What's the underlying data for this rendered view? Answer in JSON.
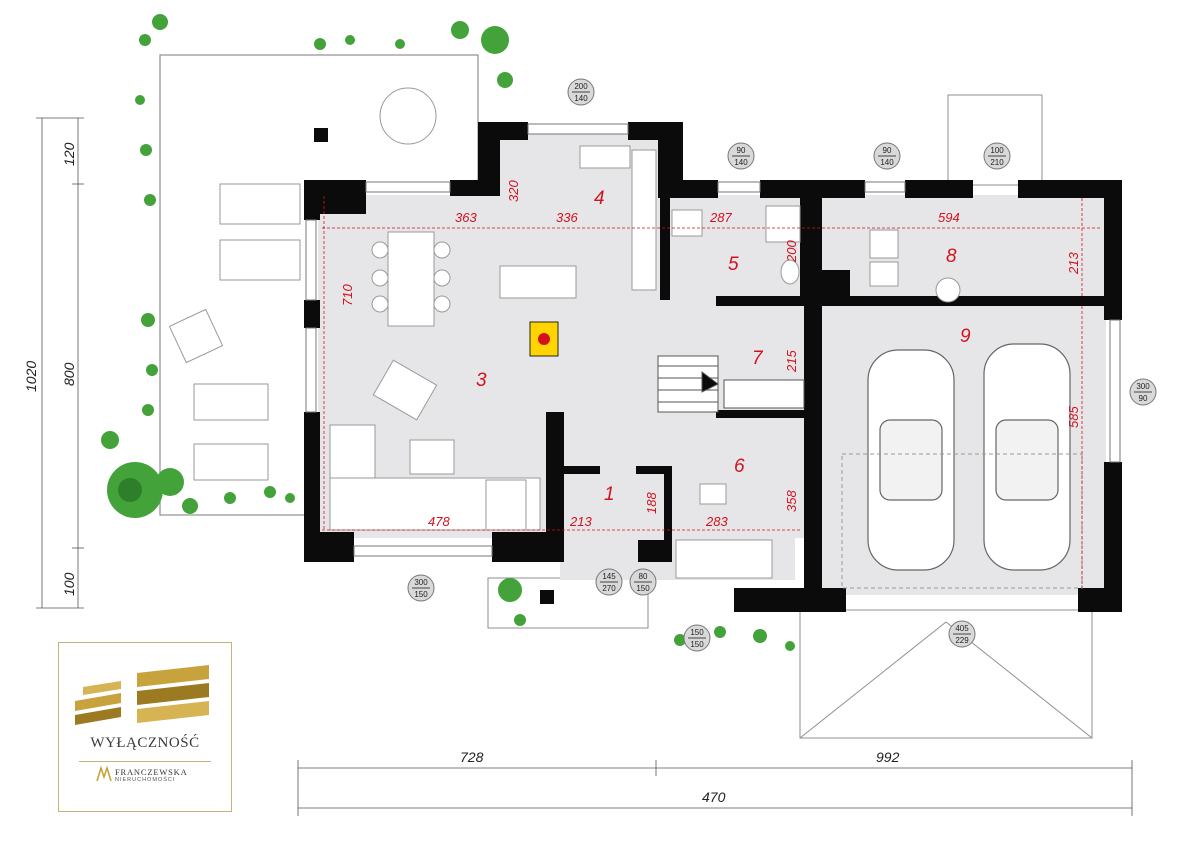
{
  "rooms": [
    {
      "num": "1"
    },
    {
      "num": "3"
    },
    {
      "num": "4"
    },
    {
      "num": "5"
    },
    {
      "num": "6"
    },
    {
      "num": "7"
    },
    {
      "num": "8"
    },
    {
      "num": "9"
    }
  ],
  "internal_dims": {
    "d363": "363",
    "d336": "336",
    "d320": "320",
    "d287": "287",
    "d200": "200",
    "d594": "594",
    "d213a": "213",
    "d710": "710",
    "d215": "215",
    "d585": "585",
    "d358": "358",
    "d478": "478",
    "d213b": "213",
    "d188": "188",
    "d283": "283"
  },
  "external_dims": {
    "left_total": "1020",
    "left_120": "120",
    "left_800": "800",
    "left_100": "100",
    "bottom_728": "728",
    "bottom_992": "992",
    "bottom_470": "470"
  },
  "openings": [
    {
      "top": "200",
      "bottom": "140"
    },
    {
      "top": "90",
      "bottom": "140"
    },
    {
      "top": "90",
      "bottom": "140"
    },
    {
      "top": "100",
      "bottom": "210"
    },
    {
      "top": "300",
      "bottom": "90"
    },
    {
      "top": "300",
      "bottom": "150"
    },
    {
      "top": "145",
      "bottom": "270"
    },
    {
      "top": "80",
      "bottom": "150"
    },
    {
      "top": "150",
      "bottom": "150"
    },
    {
      "top": "405",
      "bottom": "229"
    }
  ],
  "logo": {
    "main": "WYŁĄCZNOŚĆ",
    "sub": "FRANCZEWSKA",
    "sub2": "NIERUCHOMOŚCI",
    "colors": {
      "gold": "#c8a23c",
      "gold_dark": "#9c7a22"
    }
  },
  "colors": {
    "label_red": "#d2121e",
    "wall": "#0b0b0b",
    "floor": "#e6e6e8",
    "plant": "#43a33a"
  }
}
